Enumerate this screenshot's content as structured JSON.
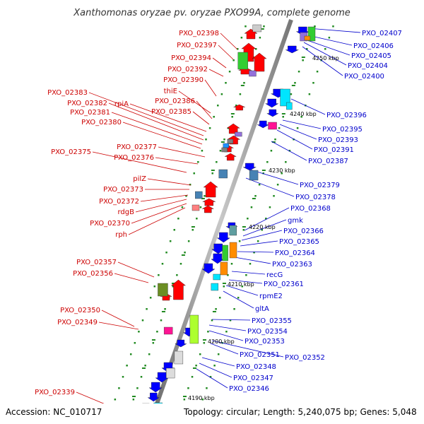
{
  "title": "Xanthomonas oryzae pv. oryzae PXO99A, complete genome",
  "accession": "Accession: NC_010717",
  "summary": "Topology: circular; Length: 5,240,075 bp; Genes: 5,048",
  "ticks": [
    "4250 kbp",
    "4240 kbp",
    "4230 kbp",
    "4220 kbp",
    "4210 kbp",
    "4200 kbp",
    "4190 kbp"
  ],
  "left_labels": [
    "PXO_02398",
    "PXO_02397",
    "PXO_02394",
    "PXO_02392",
    "PXO_02390",
    "thiE",
    "PXO_02386",
    "PXO_02385",
    "rpiA",
    "PXO_02383",
    "PXO_02382",
    "PXO_02381",
    "PXO_02380",
    "PXO_02377",
    "PXO_02375",
    "PXO_02376",
    "pilZ",
    "PXO_02373",
    "PXO_02372",
    "rdgB",
    "PXO_02370",
    "rph",
    "PXO_02357",
    "PXO_02356",
    "PXO_02350",
    "PXO_02349",
    "PXO_02339"
  ],
  "right_labels": [
    "PXO_02407",
    "PXO_02406",
    "PXO_02405",
    "PXO_02404",
    "PXO_02400",
    "PXO_02396",
    "PXO_02395",
    "PXO_02393",
    "PXO_02391",
    "PXO_02387",
    "PXO_02379",
    "PXO_02378",
    "PXO_02368",
    "gmk",
    "PXO_02366",
    "PXO_02365",
    "PXO_02364",
    "PXO_02363",
    "recG",
    "PXO_02361",
    "rpmE2",
    "gltA",
    "PXO_02355",
    "PXO_02354",
    "PXO_02353",
    "PXO_02352",
    "PXO_02351",
    "PXO_02348",
    "PXO_02347",
    "PXO_02346"
  ],
  "colors": {
    "forward_arrow": "#ff0000",
    "reverse_arrow": "#0000ff",
    "left_label": "#cc0000",
    "right_label": "#0000cc",
    "backbone": "#808080",
    "tick_dot": "#228b22"
  }
}
